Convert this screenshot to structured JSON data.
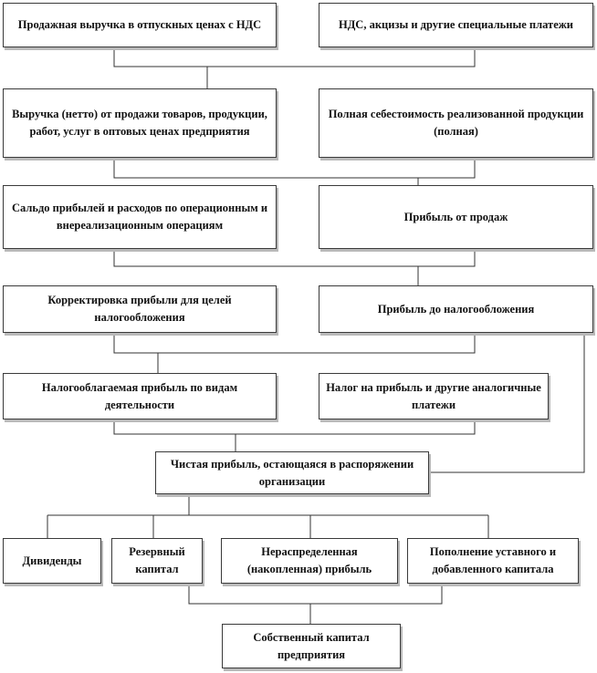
{
  "boxes": {
    "gross_revenue": "Продажная выручка в отпускных ценах с НДС",
    "vat_excise": "НДС, акцизы и другие специальные платежи",
    "net_revenue": "Выручка (нетто) от продажи товаров, продукции, работ, услуг в оптовых ценах предприятия",
    "full_cost": "Полная себестоимость реализованной продукции (полная)",
    "other_balance": "Сальдо прибылей и расходов по операционным и внереализационным операциям",
    "sales_profit": "Прибыль от продаж",
    "profit_adjustment": "Корректировка прибыли для целей налогообложения",
    "pretax_profit": "Прибыль до налогообложения",
    "taxable_profit": "Налогооблагаемая прибыль по видам деятельности",
    "profit_tax": "Налог на прибыль и другие аналогичные платежи",
    "net_profit": "Чистая прибыль, остающаяся в распоряжении организации",
    "dividends": "Дивиденды",
    "reserve_capital": "Резервный капитал",
    "retained_earnings": "Нераспределенная (накопленная) прибыль",
    "capital_increase": "Пополнение уставного и добавленного капитала",
    "equity": "Собственный капитал предприятия"
  },
  "colors": {
    "border": "#3a3a3a",
    "shadow": "#b9b9b9",
    "line": "#333333"
  }
}
